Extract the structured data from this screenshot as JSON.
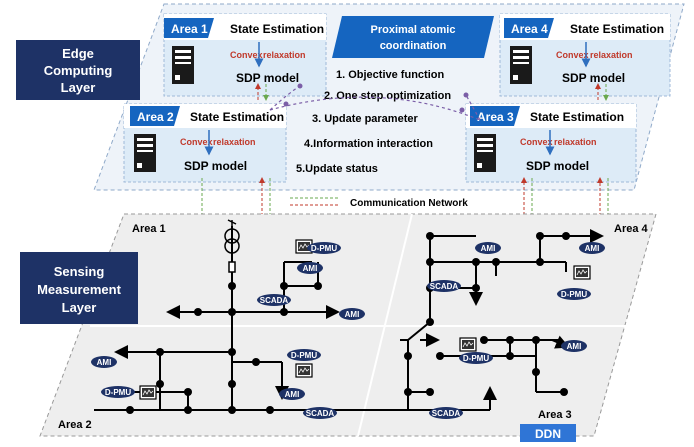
{
  "layers": {
    "edge": [
      "Edge",
      "Computing",
      "Layer"
    ],
    "sensing": [
      "Sensing",
      "Measurement",
      "Layer"
    ]
  },
  "areas": [
    {
      "name": "Area 1"
    },
    {
      "name": "Area 2"
    },
    {
      "name": "Area 3"
    },
    {
      "name": "Area 4"
    }
  ],
  "panel": {
    "state_estimation": "State Estimation",
    "convex": "Convex",
    "relaxation": "relaxation",
    "sdp_model": "SDP model"
  },
  "coordination": {
    "title": [
      "Proximal atomic",
      "coordination"
    ],
    "steps": [
      "1. Objective function",
      "2. One step optimization",
      "3. Update parameter",
      "4.Information interaction",
      "5.Update status"
    ]
  },
  "network": {
    "legend": "Communication Network",
    "area_labels": {
      "a1": "Area 1",
      "a2": "Area 2",
      "a3": "Area 3",
      "a4": "Area 4"
    },
    "badges": {
      "ami": "AMI",
      "scada": "SCADA",
      "dpmu": "D-PMU"
    },
    "ddn": "DDN"
  },
  "colors": {
    "navy": "#1e3266",
    "blue": "#1565c0",
    "red_dash": "#c0392b",
    "green_dash": "#6aa84f",
    "purple_dash": "#7b5ea7"
  }
}
